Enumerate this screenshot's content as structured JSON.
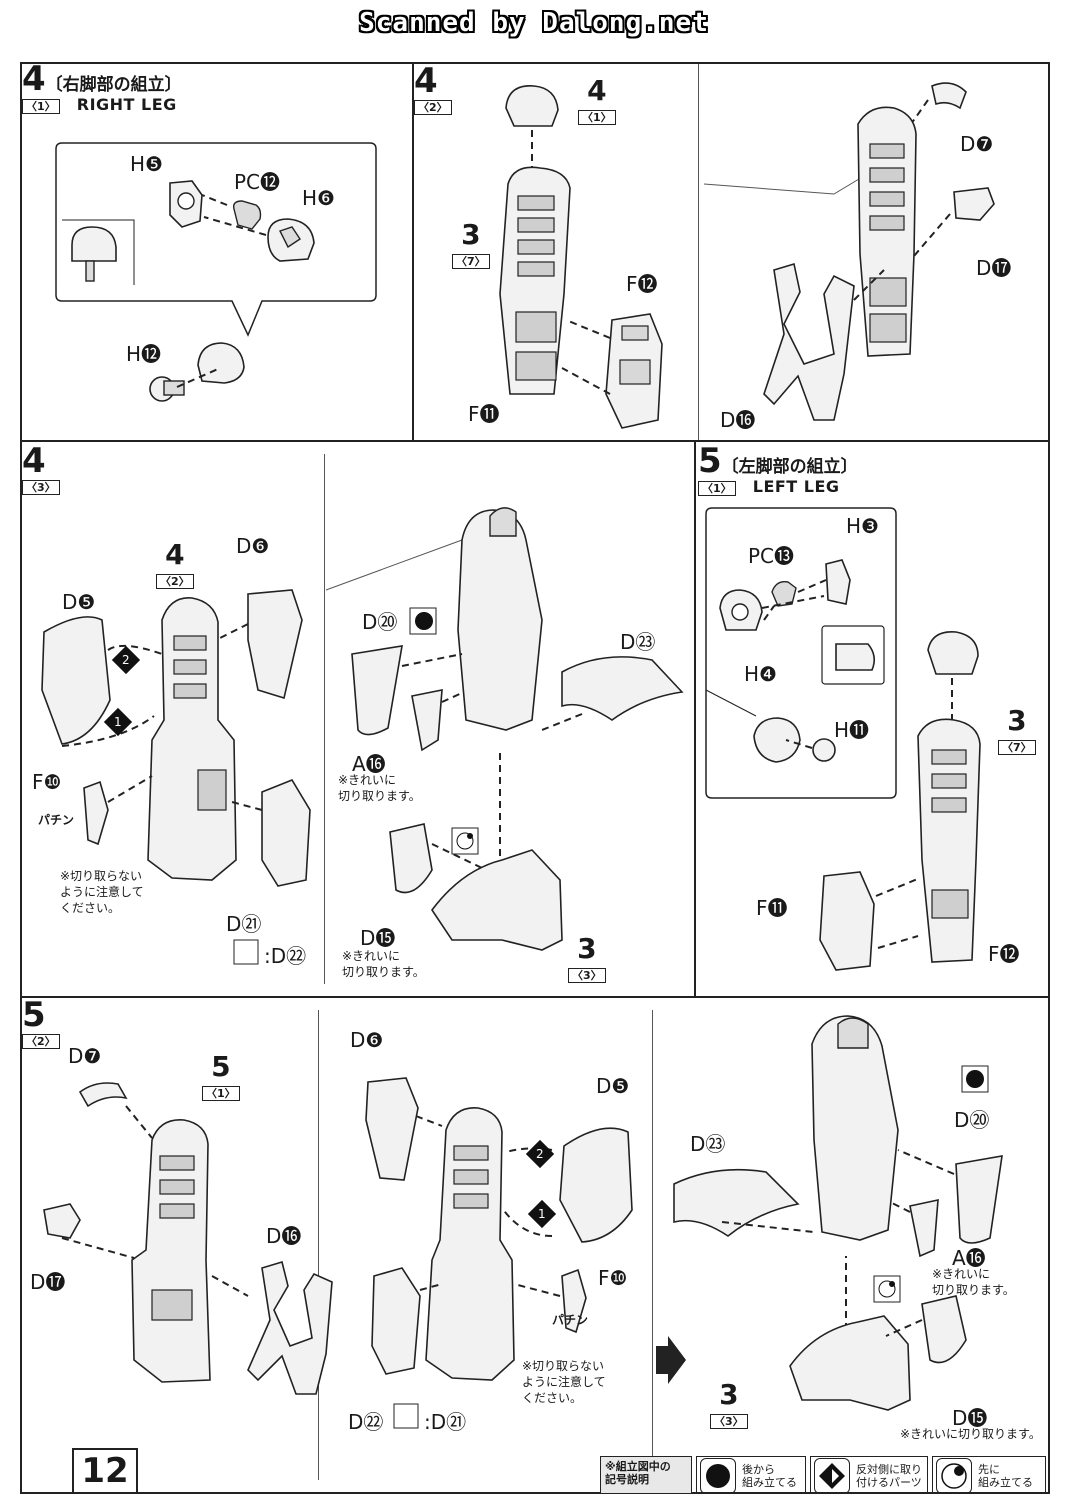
{
  "scan_banner": "Scanned by Dalong.net",
  "page_number": "12",
  "steps": {
    "s4_1": {
      "num": "4",
      "sub": "〈1〉",
      "jp": "〔右脚部の組立〕",
      "en": "RIGHT LEG",
      "labels": {
        "h5": "H❺",
        "pc12": "PC⓬",
        "h6": "H❻",
        "h12": "H⓬"
      }
    },
    "s4_2": {
      "num": "4",
      "sub": "〈2〉",
      "ref4": "4",
      "ref4sub": "〈1〉",
      "ref3": "3",
      "ref3sub": "〈7〉",
      "labels": {
        "f12": "F⓬",
        "f11": "F⓫",
        "d7": "D❼",
        "d17": "D⓱",
        "d16": "D⓰"
      }
    },
    "s4_3": {
      "num": "4",
      "sub": "〈3〉",
      "ref4": "4",
      "ref4sub": "〈2〉",
      "ref3": "3",
      "ref3sub": "〈3〉",
      "labels": {
        "d6": "D❻",
        "d5": "D❺",
        "f10": "F❿",
        "d21": "D㉑",
        "d22": ":D㉒",
        "d20": "D⑳",
        "d23": "D㉓",
        "a16": "A⓰",
        "d15": "D⓯"
      },
      "notes": {
        "patin": "パチン",
        "cut_careful": "※切り取らない\nように注意して\nください。",
        "cut_clean_a": "※きれいに\n切り取ります。",
        "cut_clean_d": "※きれいに\n切り取ります。"
      },
      "arrows": {
        "one": "1",
        "two": "2"
      }
    },
    "s5_1": {
      "num": "5",
      "sub": "〈1〉",
      "jp": "〔左脚部の組立〕",
      "en": "LEFT LEG",
      "ref3": "3",
      "ref3sub": "〈7〉",
      "labels": {
        "h3": "H❸",
        "pc13": "PC⓭",
        "h4": "H❹",
        "h11": "H⓫",
        "f11": "F⓫",
        "f12": "F⓬"
      }
    },
    "s5_2": {
      "num": "5",
      "sub": "〈2〉",
      "ref5": "5",
      "ref5sub": "〈1〉",
      "ref3": "3",
      "ref3sub": "〈3〉",
      "labels": {
        "d7": "D❼",
        "d17": "D⓱",
        "d16": "D⓰",
        "d6": "D❻",
        "d5": "D❺",
        "f10": "F❿",
        "d22": "D㉒",
        "d21": ":D㉑",
        "d23": "D㉓",
        "d20": "D⑳",
        "a16": "A⓰",
        "d15": "D⓯"
      },
      "notes": {
        "patin": "パチン",
        "cut_careful": "※切り取らない\nように注意して\nください。",
        "cut_clean_a": "※きれいに\n切り取ります。",
        "cut_clean_d": "※きれいに切り取ります。"
      },
      "arrows": {
        "one": "1",
        "two": "2"
      }
    }
  },
  "legend": {
    "title": "※組立図中の\n記号説明",
    "items": [
      {
        "icon": "assemble-later-icon",
        "text": "後から\n組み立てる"
      },
      {
        "icon": "opposite-side-icon",
        "text": "反対側に取り\n付けるパーツ"
      },
      {
        "icon": "assemble-first-icon",
        "text": "先に\n組み立てる"
      }
    ]
  }
}
